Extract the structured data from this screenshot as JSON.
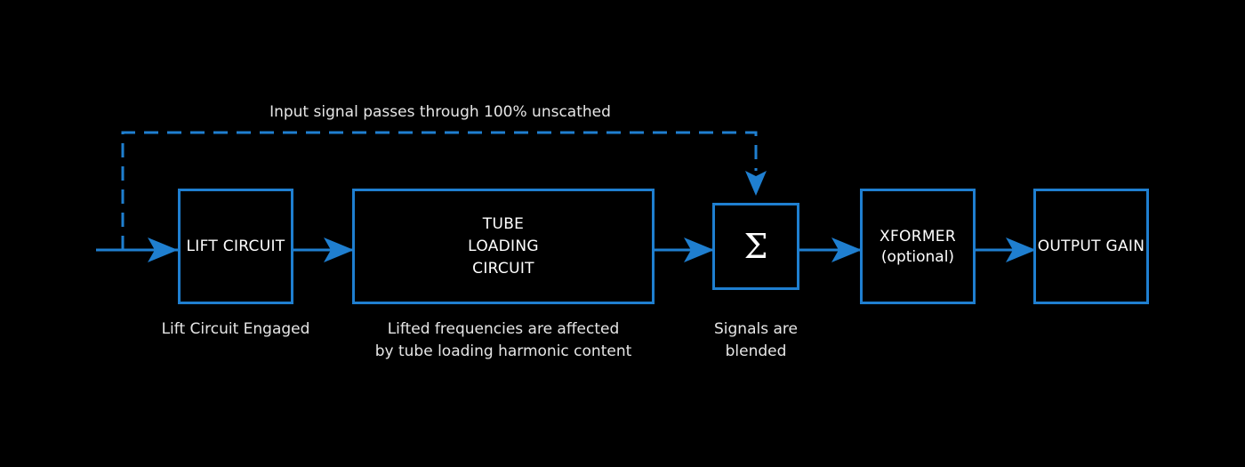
{
  "colors": {
    "background": "#000000",
    "accent": "#1f7fd0",
    "text": "#ffffff"
  },
  "bypass_label": "Input signal passes through 100% unscathed",
  "blocks": {
    "lift": {
      "title": "LIFT CIRCUIT"
    },
    "tube": {
      "title": "TUBE\nLOADING\nCIRCUIT"
    },
    "sum": {
      "symbol": "Σ"
    },
    "xformer": {
      "title": "XFORMER",
      "subtitle": "(optional)"
    },
    "output": {
      "title": "OUTPUT GAIN"
    }
  },
  "captions": {
    "lift": "Lift Circuit Engaged",
    "tube": "Lifted frequencies are affected\nby tube loading harmonic content",
    "sum": "Signals are\nblended"
  }
}
